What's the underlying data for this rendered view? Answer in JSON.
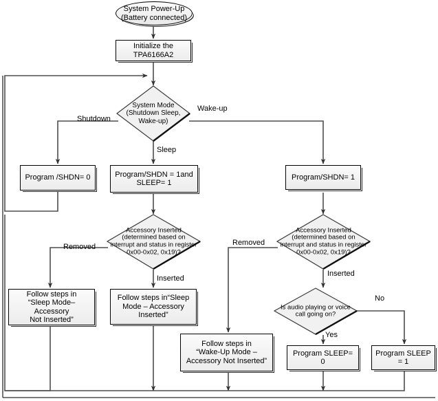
{
  "diagram": {
    "title": "TPA6166A2 System Power-Up Flowchart",
    "type": "flowchart",
    "accent": "#000000",
    "node_fill": "#f2f2f2",
    "nodes": {
      "start": {
        "label": "System Power-Up (Battery connected)",
        "line1": "System Power-Up",
        "line2": "(Battery connected)",
        "shape": "terminator"
      },
      "init": {
        "line1": "Initialize the",
        "line2": "TPA6166A2",
        "shape": "process"
      },
      "system_mode": {
        "line1": "System Mode",
        "line2": "(Shutdown Sleep,",
        "line3": "Wake-up)",
        "shape": "decision"
      },
      "shdn0": {
        "line1": "Program /SHDN= 0",
        "shape": "process"
      },
      "shdn1_sleep1": {
        "line1": "Program/SHDN = 1and",
        "line2": "SLEEP= 1",
        "shape": "process"
      },
      "shdn1": {
        "line1": "Program/SHDN= 1",
        "shape": "process"
      },
      "acc_left": {
        "line1": "Accessory Inserted",
        "line2": "(determined based on",
        "line3": "interrupt and status in register",
        "line4": "0x00-0x02, 0x19)?",
        "shape": "decision"
      },
      "acc_right": {
        "line1": "Accessory Inserted",
        "line2": "(determined based on",
        "line3": "interrupt and status in register",
        "line4": "0x00-0x02, 0x19)?",
        "shape": "decision"
      },
      "sleep_not_inserted": {
        "line1": "Follow steps in",
        "line2": "“Sleep Mode– Accessory",
        "line3": "Not Inserted”",
        "shape": "process"
      },
      "sleep_inserted": {
        "line1": "Follow steps in“Sleep",
        "line2": "Mode – Accessory",
        "line3": "Inserted”",
        "shape": "process"
      },
      "audio_check": {
        "line1": "Is audio playing or voice",
        "line2": "call going on?",
        "shape": "decision"
      },
      "wake_not_inserted": {
        "line1": "Follow steps in",
        "line2": "“Wake-Up Mode –",
        "line3": "Accessory Not Inserted”",
        "shape": "process"
      },
      "sleep0": {
        "line1": "Program SLEEP= 0",
        "shape": "process"
      },
      "sleep1": {
        "line1": "Program SLEEP = 1",
        "shape": "process"
      }
    },
    "edge_labels": {
      "shutdown": "Shutdown",
      "wakeup": "Wake-up",
      "sleep": "Sleep",
      "removed_left": "Removed",
      "inserted_left": "Inserted",
      "removed_right": "Removed",
      "inserted_right": "Inserted",
      "no": "No",
      "yes": "Yes"
    }
  }
}
